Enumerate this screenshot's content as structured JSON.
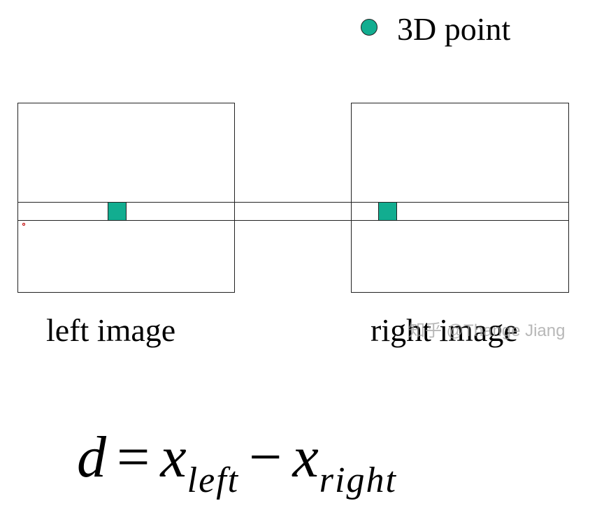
{
  "legend": {
    "label": "3D point",
    "color": "#12ad90"
  },
  "images": {
    "left_caption": "left image",
    "right_caption": "right image"
  },
  "watermark": "知乎 @Thange Jiang",
  "formula": {
    "lhs": "d",
    "equals": "=",
    "term1_var": "x",
    "term1_sub": "left",
    "minus": "−",
    "term2_var": "x",
    "term2_sub": "right"
  }
}
